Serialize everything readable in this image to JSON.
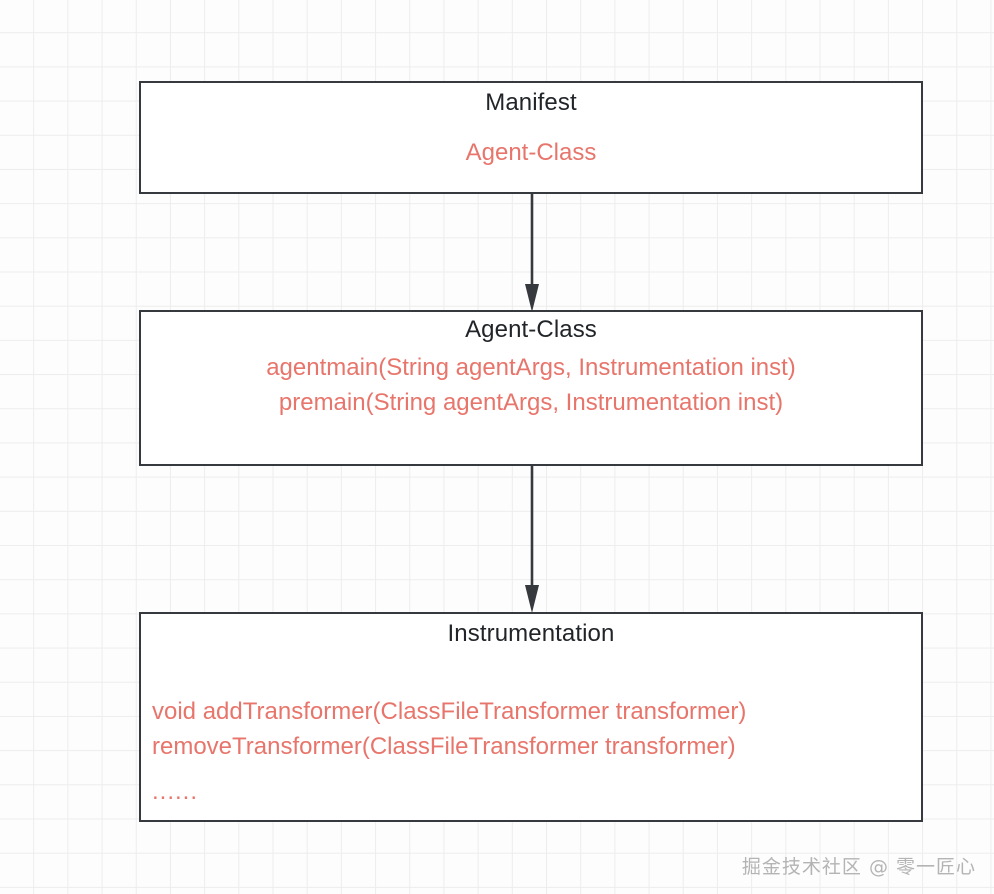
{
  "diagram": {
    "type": "flowchart",
    "orientation": "vertical",
    "background": "#fdfdfd",
    "grid_color": "#ededed",
    "accent_color": "#e8756b",
    "border_color": "#36393d",
    "title_color": "#212529",
    "nodes": [
      {
        "id": "manifest",
        "title": "Manifest",
        "lines": [
          "Agent-Class"
        ]
      },
      {
        "id": "agent-class",
        "title": "Agent-Class",
        "lines": [
          "agentmain(String agentArgs, Instrumentation inst)",
          "premain(String agentArgs, Instrumentation inst)"
        ]
      },
      {
        "id": "instrumentation",
        "title": "Instrumentation",
        "lines": [
          "void addTransformer(ClassFileTransformer transformer)",
          "removeTransformer(ClassFileTransformer transformer)"
        ],
        "ellipsis": "......"
      }
    ],
    "edges": [
      {
        "id": "edge-1",
        "from": "manifest",
        "to": "agent-class",
        "style": "solid-arrow"
      },
      {
        "id": "edge-2",
        "from": "agent-class",
        "to": "instrumentation",
        "style": "solid-arrow"
      }
    ]
  },
  "watermark": {
    "text": "掘金技术社区 @ 零一匠心",
    "color": "#b4b4b4"
  }
}
